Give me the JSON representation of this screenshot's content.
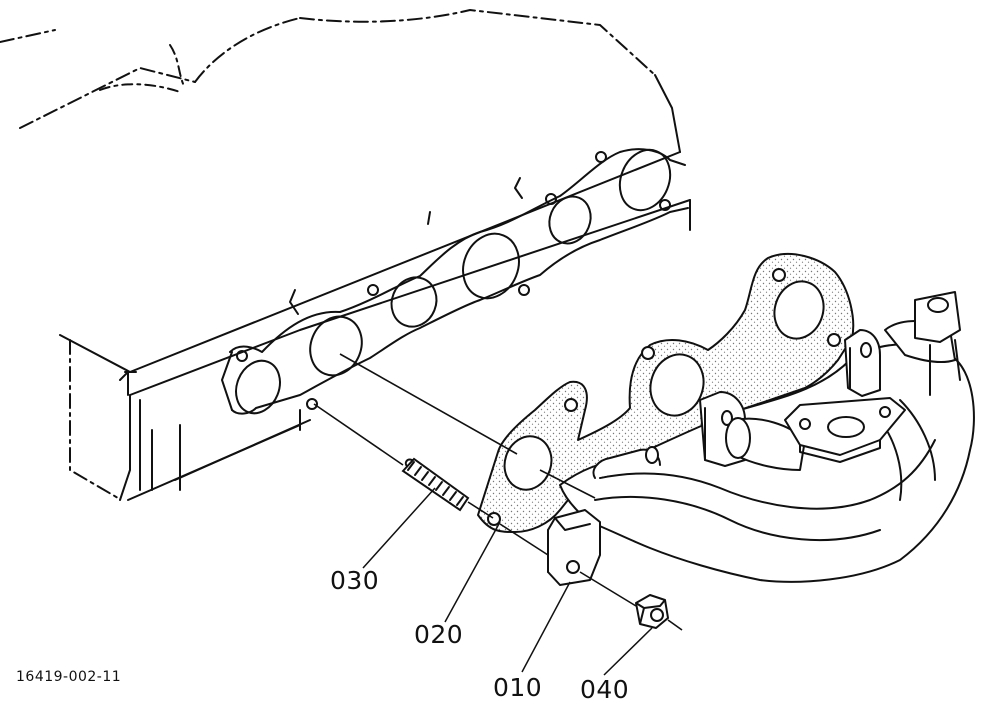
{
  "figure": {
    "number": "16419-002-11"
  },
  "callouts": [
    {
      "id": "030"
    },
    {
      "id": "020"
    },
    {
      "id": "010"
    },
    {
      "id": "040"
    }
  ],
  "colors": {
    "ink": "#111111",
    "paper": "#ffffff",
    "stipple": "#777777"
  }
}
